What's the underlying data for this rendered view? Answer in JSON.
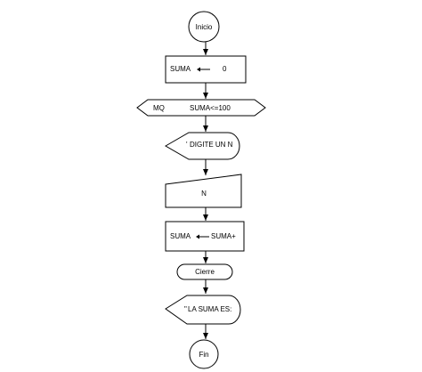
{
  "diagram": {
    "nodes": {
      "inicio": {
        "text": "Inicio"
      },
      "assign_suma": {
        "target": "SUMA",
        "value": "0"
      },
      "while_loop": {
        "keyword": "MQ",
        "condition": "SUMA<=100"
      },
      "prompt": {
        "text": "DIGITE UN N",
        "quote": "'"
      },
      "input_n": {
        "text": "N"
      },
      "accumulate": {
        "target": "SUMA",
        "expr": "SUMA+"
      },
      "cierre": {
        "text": "Cierre"
      },
      "output": {
        "text": "LA SUMA ES:",
        "quote": "\""
      },
      "fin": {
        "text": "Fin"
      }
    }
  }
}
